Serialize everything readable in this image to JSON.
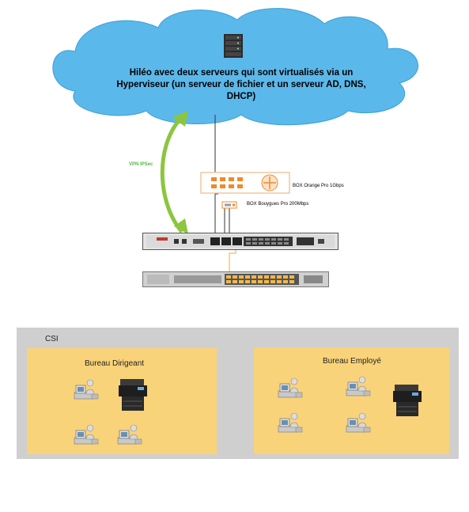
{
  "cloud": {
    "text": "Hiléo avec deux serveurs qui sont virtualisés via un Hyperviseur (un serveur de fichier et un serveur AD, DNS, DHCP)",
    "color": "#5bb8eb"
  },
  "vpn": {
    "label": "VPN IPSec",
    "color": "#8cc63f"
  },
  "box_orange": {
    "label": "BOX Orange Pro 1Gbps",
    "color": "#f08a2c"
  },
  "box_bouygues": {
    "label": "BOX Bouygues Pro 200Mbps"
  },
  "csi": {
    "label": "CSI"
  },
  "offices": [
    {
      "title": "Bureau Dirigeant",
      "workstations": 3,
      "printers": 1
    },
    {
      "title": "Bureau Employé",
      "workstations": 4,
      "printers": 1
    }
  ]
}
